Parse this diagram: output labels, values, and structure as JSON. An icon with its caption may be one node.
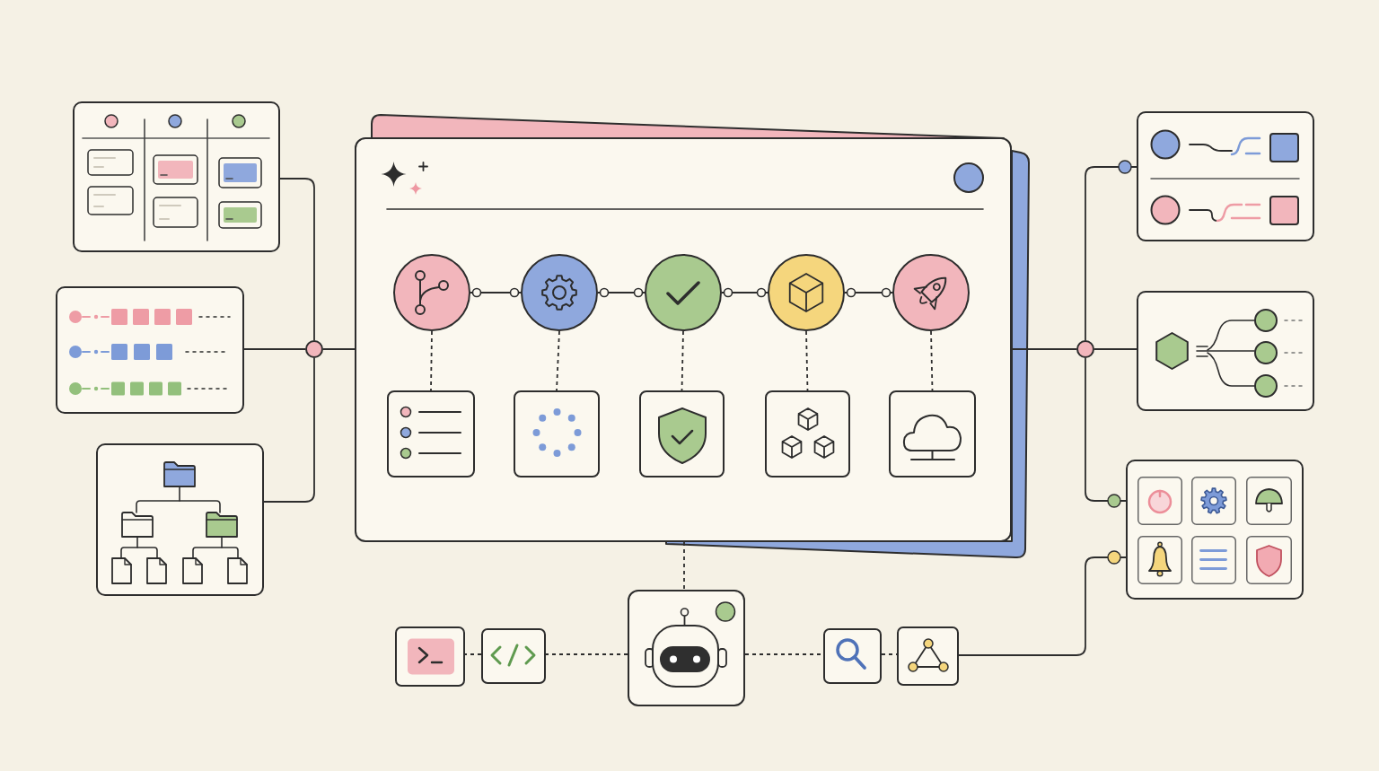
{
  "diagram": {
    "nodes": [
      {
        "text": [],
        "shape": "box"
      },
      {
        "text": [],
        "shape": "box"
      },
      {
        "text": [],
        "shape": "box"
      },
      {
        "text": [],
        "shape": "circle"
      },
      {
        "text": [],
        "shape": "box"
      },
      {
        "text": [],
        "shape": "circle",
        "in": 4
      },
      {
        "text": [],
        "shape": "circle",
        "in": 4
      },
      {
        "text": [],
        "shape": "circle",
        "in": 4
      },
      {
        "text": [],
        "shape": "circle",
        "in": 4
      },
      {
        "text": [],
        "shape": "circle",
        "in": 4
      },
      {
        "text": [],
        "shape": "box",
        "in": 4
      },
      {
        "text": [],
        "shape": "box",
        "in": 4
      },
      {
        "text": [],
        "shape": "box",
        "in": 4
      },
      {
        "text": [],
        "shape": "box",
        "in": 4
      },
      {
        "text": [],
        "shape": "box",
        "in": 4
      },
      {
        "text": [],
        "shape": "circle"
      },
      {
        "text": [],
        "shape": "box"
      },
      {
        "text": [],
        "shape": "box"
      },
      {
        "text": [],
        "shape": "box"
      },
      {
        "text": [],
        "shape": "box"
      },
      {
        "text": [],
        "shape": "box"
      },
      {
        "text": [],
        "shape": "box"
      },
      {
        "text": [],
        "shape": "box"
      },
      {
        "text": [],
        "shape": "box"
      },
      {
        "text": [],
        "shape": "box"
      },
      {
        "text": [],
        "shape": "box"
      }
    ],
    "edges": [
      {
        "from": 0,
        "to": 3,
        "arrow": "none"
      },
      {
        "from": 1,
        "to": 3,
        "arrow": "none"
      },
      {
        "from": 2,
        "to": 3,
        "arrow": "none"
      },
      {
        "from": 3,
        "to": 4,
        "arrow": "none"
      },
      {
        "from": 5,
        "to": 6,
        "arrow": "other"
      },
      {
        "from": 6,
        "to": 7,
        "arrow": "other"
      },
      {
        "from": 7,
        "to": 8,
        "arrow": "other"
      },
      {
        "from": 8,
        "to": 9,
        "arrow": "other"
      },
      {
        "from": 5,
        "to": 10,
        "arrow": "none",
        "style": "dashed"
      },
      {
        "from": 6,
        "to": 11,
        "arrow": "none",
        "style": "dashed"
      },
      {
        "from": 7,
        "to": 12,
        "arrow": "none",
        "style": "dashed"
      },
      {
        "from": 8,
        "to": 13,
        "arrow": "none",
        "style": "dashed"
      },
      {
        "from": 9,
        "to": 14,
        "arrow": "none",
        "style": "dashed"
      },
      {
        "from": 4,
        "to": 15,
        "arrow": "none"
      },
      {
        "from": 15,
        "to": 16,
        "arrow": "other"
      },
      {
        "from": 15,
        "to": 17,
        "arrow": "none"
      },
      {
        "from": 15,
        "to": 18,
        "arrow": "other"
      },
      {
        "from": 4,
        "to": 21,
        "arrow": "none",
        "style": "dashed"
      },
      {
        "from": 21,
        "to": 20,
        "arrow": "none",
        "style": "dashed"
      },
      {
        "from": 20,
        "to": 19,
        "arrow": "none",
        "style": "dashed"
      },
      {
        "from": 21,
        "to": 22,
        "arrow": "none",
        "style": "dashed"
      },
      {
        "from": 22,
        "to": 23,
        "arrow": "none",
        "style": "dashed"
      },
      {
        "from": 23,
        "to": 18,
        "arrow": "other"
      }
    ]
  }
}
